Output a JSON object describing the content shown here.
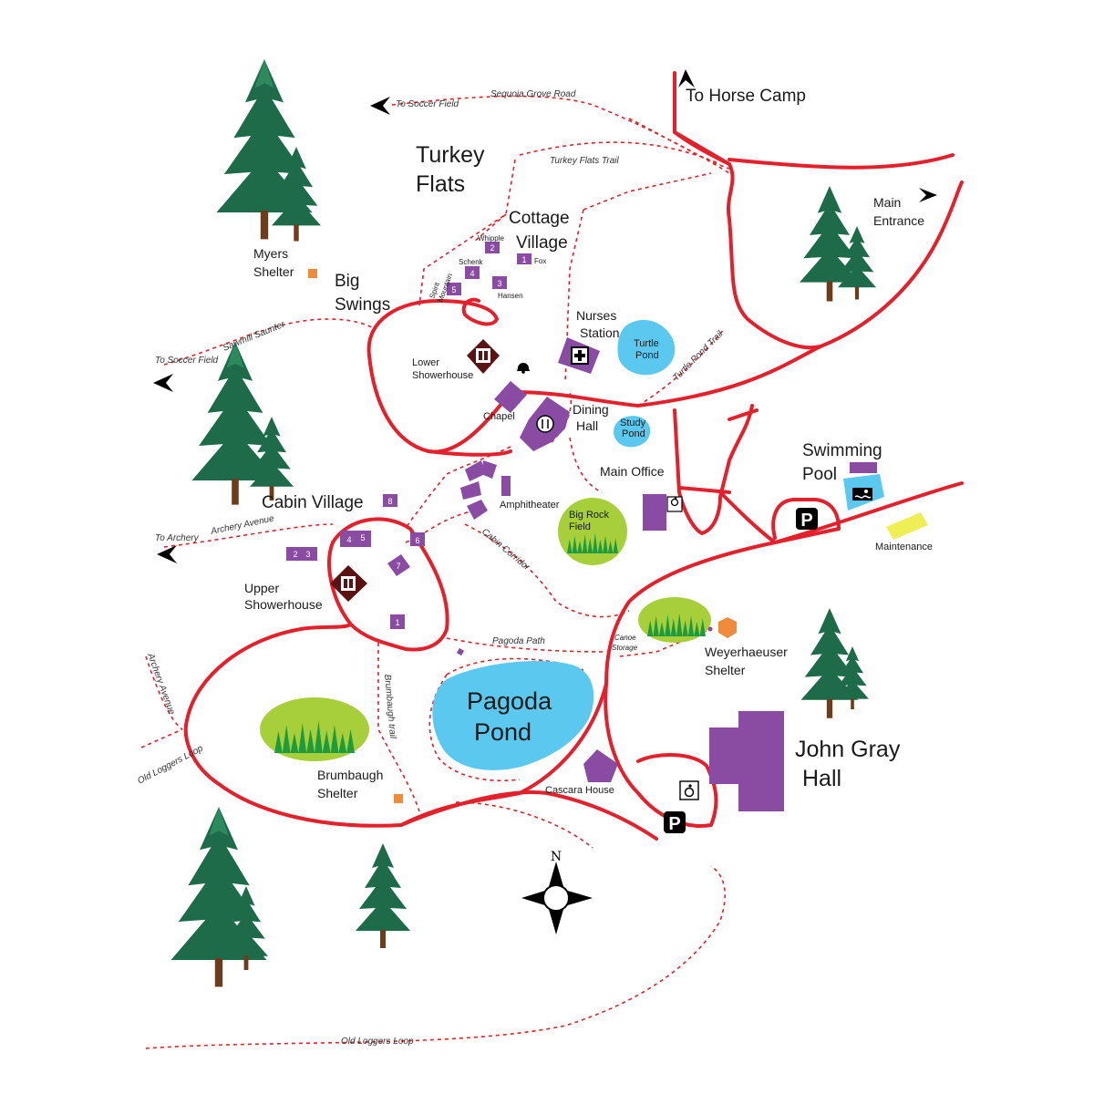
{
  "colors": {
    "road": "#e3202b",
    "building": "#8a4ca3",
    "water": "#5bc8ef",
    "field": "#a6cf3a",
    "tree": "#1e6b4a",
    "shelter": "#f08a3c",
    "showerhouse": "#5a1212",
    "maintenance": "#eeee55"
  },
  "icons": [
    "north-arrow-icon",
    "accessible-icon",
    "parking-icon",
    "first-aid-icon",
    "dining-icon",
    "restroom-icon",
    "swimming-icon",
    "bell-icon",
    "direction-arrow-icon",
    "tree-icon"
  ],
  "labels": {
    "to_horse_camp": "To Horse Camp",
    "main_entrance_1": "Main",
    "main_entrance_2": "Entrance",
    "turkey_flats_1": "Turkey",
    "turkey_flats_2": "Flats",
    "cottage_village_1": "Cottage",
    "cottage_village_2": "Village",
    "myers_shelter_1": "Myers",
    "myers_shelter_2": "Shelter",
    "big_swings_1": "Big",
    "big_swings_2": "Swings",
    "nurses_station_1": "Nurses",
    "nurses_station_2": "Station",
    "turtle_pond_1": "Turtle",
    "turtle_pond_2": "Pond",
    "lower_showerhouse_1": "Lower",
    "lower_showerhouse_2": "Showerhouse",
    "chapel": "Chapel",
    "dining_hall_1": "Dining",
    "dining_hall_2": "Hall",
    "study_pond_1": "Study",
    "study_pond_2": "Pond",
    "swimming_pool_1": "Swimming",
    "swimming_pool_2": "Pool",
    "main_office": "Main Office",
    "cabin_village": "Cabin Village",
    "amphitheater": "Amphitheater",
    "big_rock_field_1": "Big Rock",
    "big_rock_field_2": "Field",
    "maintenance": "Maintenance",
    "upper_showerhouse_1": "Upper",
    "upper_showerhouse_2": "Showerhouse",
    "weyerhaeuser_shelter_1": "Weyerhaeuser",
    "weyerhaeuser_shelter_2": "Shelter",
    "canoe_storage_1": "Canoe",
    "canoe_storage_2": "Storage",
    "pagoda_pond_1": "Pagoda",
    "pagoda_pond_2": "Pond",
    "john_gray_hall_1": "John Gray",
    "john_gray_hall_2": "Hall",
    "brumbaugh_shelter_1": "Brumbaugh",
    "brumbaugh_shelter_2": "Shelter",
    "cascara_house": "Cascara House",
    "compass_n": "N"
  },
  "cottages": {
    "whipple": "Whipple",
    "schenk": "Schenk",
    "spirit": "Spirit",
    "mountain": "Mountain",
    "hansen": "Hansen",
    "fox": "Fox",
    "n1": "1",
    "n2": "2",
    "n3": "3",
    "n4": "4",
    "n5": "5"
  },
  "cabins": {
    "n1": "1",
    "n2": "2",
    "n3": "3",
    "n4": "4",
    "n5": "5",
    "n6": "6",
    "n7": "7",
    "n8": "8"
  },
  "trails": {
    "sequoia_grove_road": "Sequoia Grove Road",
    "to_soccer_field_top": "To Soccer Field",
    "turkey_flats_trail": "Turkey Flats Trail",
    "sawmill_saunter": "Sawmill Saunter",
    "to_soccer_field_left": "To Soccer Field",
    "turtle_pond_trail": "Turtle Pond Trail",
    "archery_avenue": "Archery Avenue",
    "to_archery": "To Archery",
    "cabin_corridor": "Cabin Corridor",
    "pagoda_path": "Pagoda Path",
    "brumbaugh_trail": "Brumbaugh trail",
    "archery_avenue_vertical": "Archery Avenue",
    "old_loggers_loop_left": "Old Loggers Loop",
    "old_loggers_loop_bottom": "Old Loggers Loop"
  }
}
